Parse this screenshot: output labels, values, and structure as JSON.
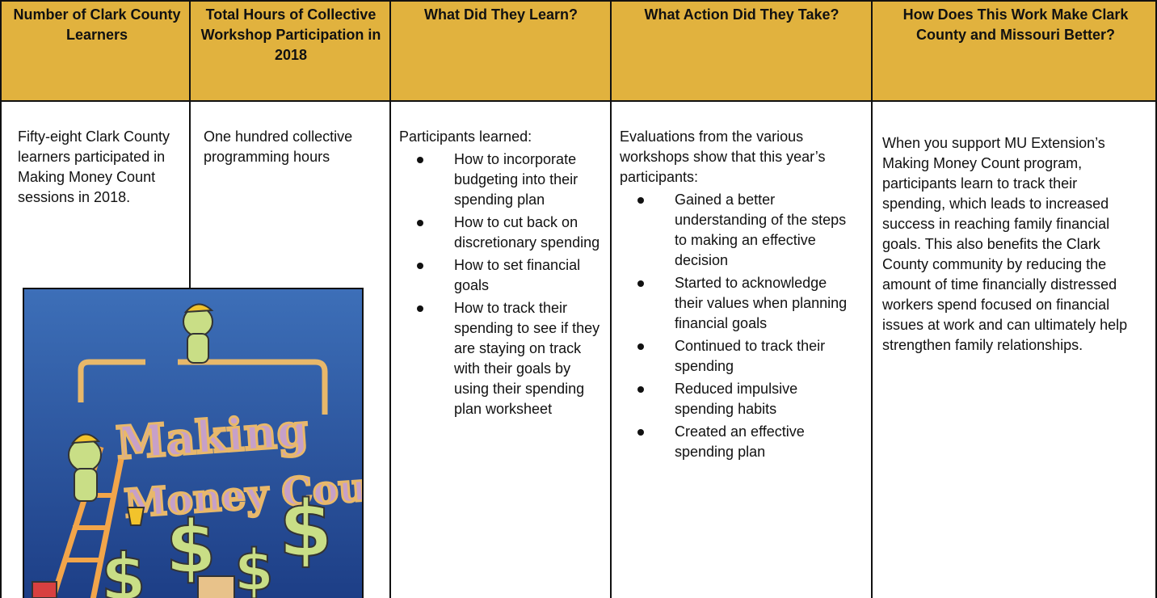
{
  "headers": [
    "Number of Clark County Learners",
    "Total Hours of Collective Workshop Participation in 2018",
    "What Did They Learn?",
    "What Action Did They Take?",
    "How Does This Work Make Clark County and Missouri Better?"
  ],
  "learners": {
    "text": "Fifty-eight Clark County learners participated in Making Money Count sessions in 2018."
  },
  "hours": {
    "text": "One hundred collective programming hours"
  },
  "learned": {
    "intro": "Participants learned:",
    "items": [
      "How to incorporate budgeting into their spending plan",
      "How to cut back on discretionary spending",
      "How to set financial goals",
      "How to track their spending to see if they are staying on track with their goals by using their spending plan worksheet"
    ]
  },
  "actions": {
    "intro": "Evaluations from the various workshops show that this year’s participants:",
    "items": [
      "Gained a better understanding of the steps to making an effective decision",
      "Started to acknowledge their values when planning financial goals",
      "Continued to track their spending",
      "Reduced impulsive spending habits",
      "Created an effective spending plan"
    ]
  },
  "impact": {
    "text": "When you support MU Extension’s Making Money Count program, participants learn to track their spending, which leads to increased success in reaching family financial goals. This also benefits the Clark County community by reducing the amount of time financially distressed workers spend focused on financial issues at work and can ultimately help strengthen family relationships."
  },
  "logo": {
    "lettering": "Making Money Count",
    "colors": {
      "sky_top": "#3d6fb8",
      "sky_bottom": "#1d3e86",
      "letters": "#e8b86a",
      "letter_fill": "#c7a0c8",
      "figure": "#c9de86",
      "hat": "#f2c32c",
      "ladder": "#f2a54a"
    }
  }
}
